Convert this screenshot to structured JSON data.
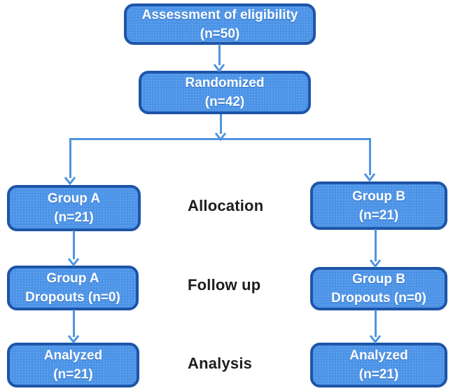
{
  "diagram": {
    "nodes": {
      "assessment": {
        "line1": "Assessment of eligibility",
        "line2": "(n=50)"
      },
      "randomized": {
        "line1": "Randomized",
        "line2": "(n=42)"
      },
      "group_a": {
        "line1": "Group A",
        "line2": "(n=21)"
      },
      "group_b": {
        "line1": "Group B",
        "line2": "(n=21)"
      },
      "dropouts_a": {
        "line1": "Group A",
        "line2": "Dropouts (n=0)"
      },
      "dropouts_b": {
        "line1": "Group B",
        "line2": "Dropouts (n=0)"
      },
      "analyzed_a": {
        "line1": "Analyzed",
        "line2": "(n=21)"
      },
      "analyzed_b": {
        "line1": "Analyzed",
        "line2": "(n=21)"
      }
    },
    "stage_labels": {
      "allocation": "Allocation",
      "follow_up": "Follow up",
      "analysis": "Analysis"
    },
    "colors": {
      "background": "#ffffff",
      "box_fill": "#4b93e7",
      "box_border": "#1e55a7",
      "box_text": "#ffffff",
      "connector": "#4e95e0",
      "stage_text": "#1c1e1e"
    }
  }
}
